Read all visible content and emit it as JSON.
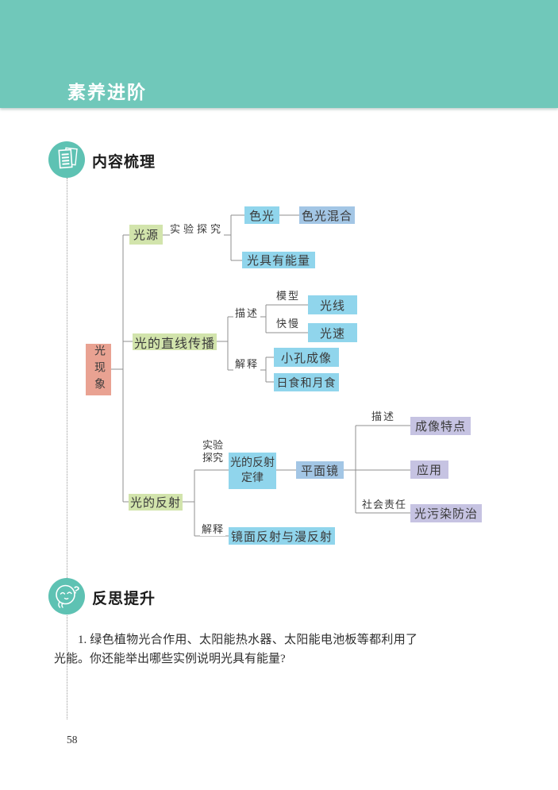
{
  "header": {
    "title": "素养进阶"
  },
  "sections": {
    "content_review": {
      "heading": "内容梳理",
      "icon": "document-pages-icon"
    },
    "reflection": {
      "heading": "反思提升",
      "icon": "thinking-face-icon"
    }
  },
  "diagram": {
    "root": "光现象",
    "nodes": {
      "guangyuan": "光源",
      "seguang": "色光",
      "seguang_hunhe": "色光混合",
      "guang_nengliang": "光具有能量",
      "zhixian_chuanbo": "光的直线传播",
      "guangxian": "光线",
      "guangsu": "光速",
      "xiaokong_chengxiang": "小孔成像",
      "rishi_yueshi": "日食和月食",
      "guang_fanshe": "光的反射",
      "fanshe_dinglv": "光的反射定律",
      "pingmianjing": "平面镜",
      "chengxiang_tedian": "成像特点",
      "yingyong": "应用",
      "guangwuran_fangzhi": "光污染防治",
      "jingmian_manfanshe": "镜面反射与漫反射"
    },
    "edge_labels": {
      "shiyan_tanjiu": "实验探究",
      "miaoshu": "描述",
      "moxing": "模型",
      "kuaiman": "快慢",
      "jieshi": "解释",
      "shehui_zeren": "社会责任"
    },
    "colors": {
      "root": "#e9a292",
      "level1_green": "#d2e4ac",
      "cyan": "#90d5ec",
      "blue": "#a3c6e5",
      "lavender": "#c6c3e2",
      "line": "#8f8f8f",
      "band_teal": "#70c8ba"
    }
  },
  "reflection_text": {
    "paragraph": "1. 绿色植物光合作用、太阳能热水器、太阳能电池板等都利用了光能。你还能举出哪些实例说明光具有能量?"
  },
  "footer": {
    "page_number": "58"
  }
}
